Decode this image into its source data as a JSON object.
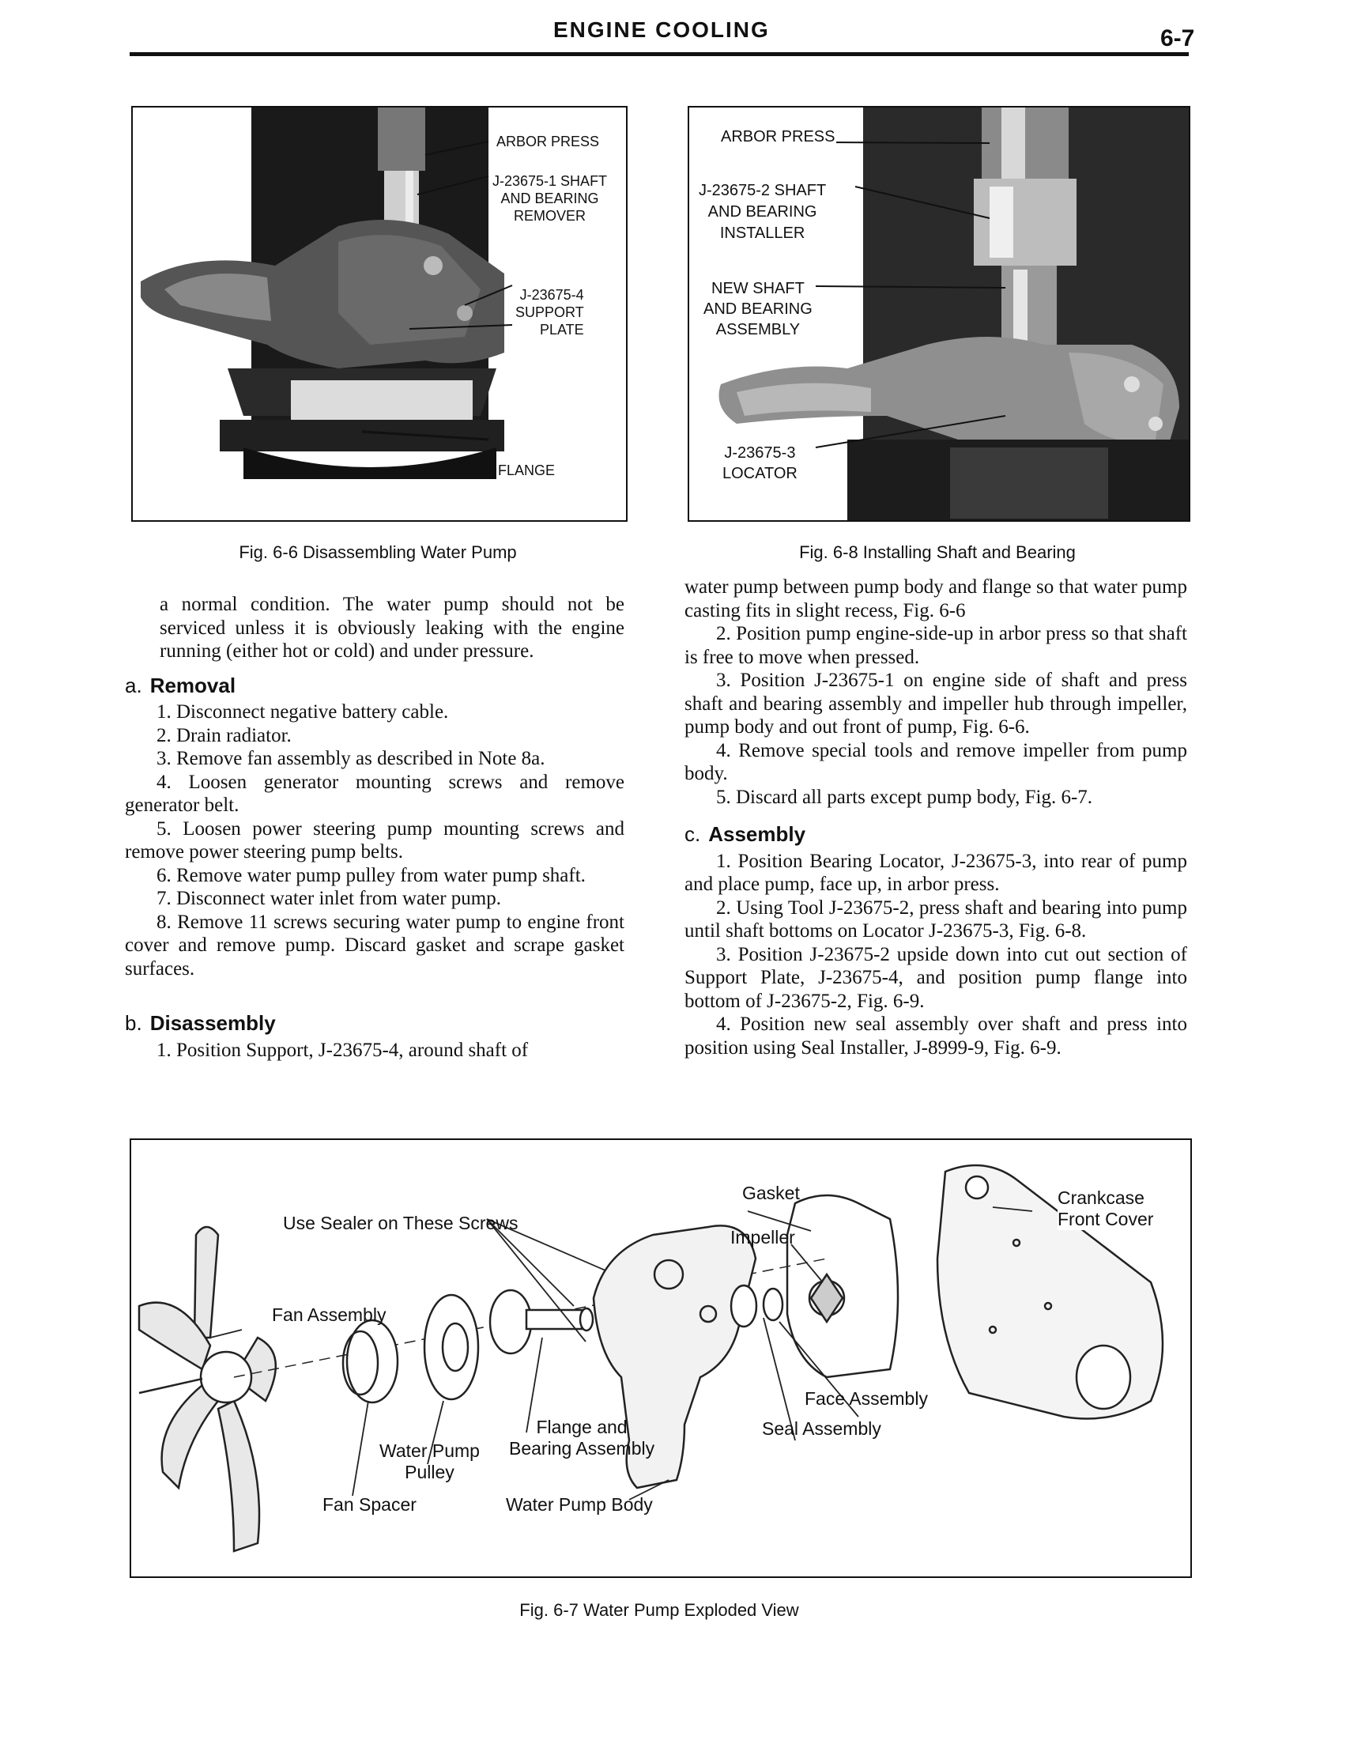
{
  "header": {
    "title": "ENGINE COOLING",
    "page_number": "6-7"
  },
  "fig66": {
    "caption": "Fig. 6-6 Disassembling Water Pump",
    "labels": {
      "arbor_press": "ARBOR PRESS",
      "shaft_remover": "J-23675-1 SHAFT\nAND BEARING\nREMOVER",
      "support_plate": "J-23675-4\nSUPPORT\nPLATE",
      "flange": "FLANGE"
    }
  },
  "fig68": {
    "caption": "Fig. 6-8 Installing Shaft and Bearing",
    "labels": {
      "arbor_press": "ARBOR PRESS",
      "installer": "J-23675-2 SHAFT\nAND BEARING\nINSTALLER",
      "new_shaft": "NEW SHAFT\nAND BEARING\nASSEMBLY",
      "locator": "J-23675-3\nLOCATOR"
    }
  },
  "left_column": {
    "intro": "a normal condition. The water pump should not be serviced unless it is obviously leaking with the engine running (either hot or cold) and under pressure.",
    "removal_letter": "a.",
    "removal_heading": "Removal",
    "removal_steps": [
      "1. Disconnect negative battery cable.",
      "2. Drain radiator.",
      "3. Remove fan assembly as described in Note 8a.",
      "4. Loosen generator mounting screws and remove generator belt.",
      "5. Loosen power steering pump mounting screws and remove power steering pump belts.",
      "6. Remove water pump pulley from water pump shaft.",
      "7. Disconnect water inlet from water pump.",
      "8. Remove 11 screws securing water pump to engine front cover and remove pump. Discard gasket and scrape gasket surfaces."
    ],
    "disassembly_letter": "b.",
    "disassembly_heading": "Disassembly",
    "disassembly_step_1": "1. Position Support, J-23675-4, around shaft of"
  },
  "right_column": {
    "continued": "water pump between pump body and flange so that water pump casting fits in slight recess, Fig. 6-6",
    "disassembly_steps": [
      "2. Position pump engine-side-up in arbor press so that shaft is free to move when pressed.",
      "3. Position J-23675-1 on engine side of shaft and press shaft and bearing assembly and impeller hub through impeller, pump body and out front of pump, Fig. 6-6.",
      "4. Remove special tools and remove impeller from pump body.",
      "5. Discard all parts except pump body, Fig. 6-7."
    ],
    "assembly_letter": "c.",
    "assembly_heading": "Assembly",
    "assembly_steps": [
      "1. Position Bearing Locator, J-23675-3, into rear of pump and place pump, face up, in arbor press.",
      "2. Using Tool J-23675-2, press shaft and bearing into pump until shaft bottoms on Locator J-23675-3, Fig. 6-8.",
      "3. Position J-23675-2 upside down into cut out section of Support Plate, J-23675-4, and position pump flange into bottom of J-23675-2, Fig. 6-9.",
      "4. Position new seal assembly over shaft and press into position using Seal Installer, J-8999-9, Fig. 6-9."
    ]
  },
  "fig67": {
    "caption": "Fig. 6-7 Water Pump Exploded View",
    "labels": {
      "sealer": "Use Sealer on These Screws",
      "fan_assembly": "Fan Assembly",
      "gasket": "Gasket",
      "impeller": "Impeller",
      "crankcase": "Crankcase\nFront Cover",
      "face_assembly": "Face Assembly",
      "seal_assembly": "Seal Assembly",
      "flange_bearing": "Flange and\nBearing Assembly",
      "pulley": "Water Pump\nPulley",
      "fan_spacer": "Fan Spacer",
      "pump_body": "Water Pump Body"
    }
  }
}
